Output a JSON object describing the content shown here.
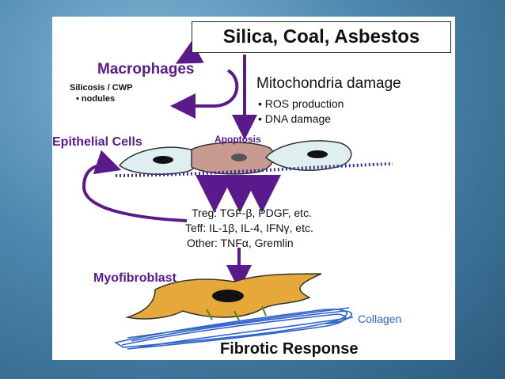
{
  "title": "Silica, Coal, Asbestos",
  "macrophages": {
    "label": "Macrophages",
    "disease": "Silicosis / CWP",
    "bullet": "• nodules"
  },
  "mitochondria": {
    "label": "Mitochondria damage",
    "bullets": [
      "• ROS production",
      "• DNA damage"
    ]
  },
  "epithelial": {
    "label": "Epithelial Cells",
    "apoptosis": "Apoptosis"
  },
  "cytokines": [
    "Treg: TGF-β, PDGF, etc.",
    "Teff: IL-1β, IL-4, IFNγ, etc.",
    "Other: TNFα, Gremlin"
  ],
  "myofibroblast": "Myofibroblast",
  "collagen": "Collagen",
  "fibrotic": "Fibrotic Response",
  "colors": {
    "purple": "#5a1a8c",
    "cell_green": "#dfeeee",
    "apoptotic_cell": "#c99a8f",
    "myofibroblast": "#e7a83a",
    "collagen": "#2f62c9",
    "background": "#3b6f94"
  }
}
